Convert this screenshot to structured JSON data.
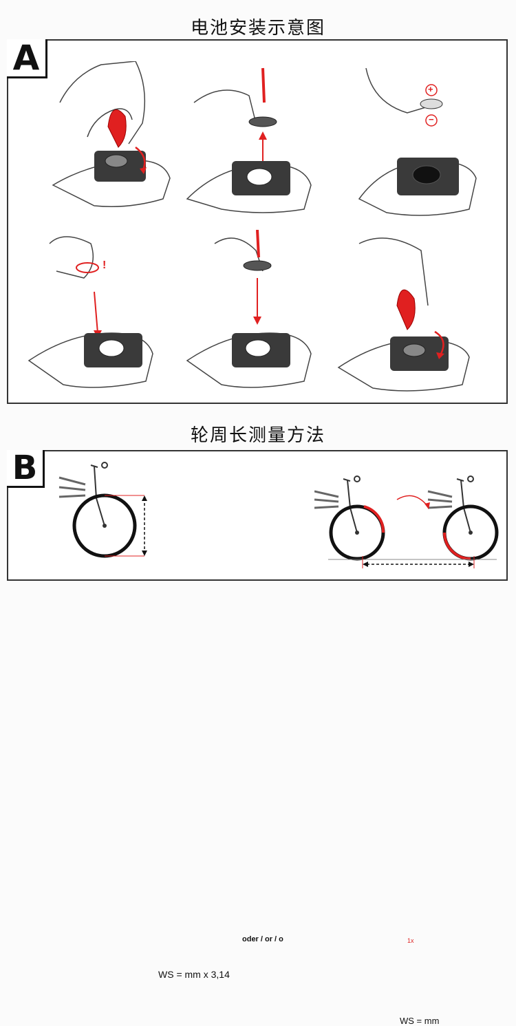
{
  "title_a": "电池安装示意图",
  "title_b": "轮周长测量方法",
  "badge_a": "A",
  "badge_b": "B",
  "labels": {
    "ws_circ": "WS = mm x 3,14",
    "oder": "oder / or / o",
    "ws_roll": "WS = mm",
    "one_x": "1x",
    "plus": "+",
    "minus": "−",
    "warn": "!"
  },
  "colors": {
    "accent_red": "#e02020",
    "dark": "#333333",
    "panel_border": "#333333"
  }
}
